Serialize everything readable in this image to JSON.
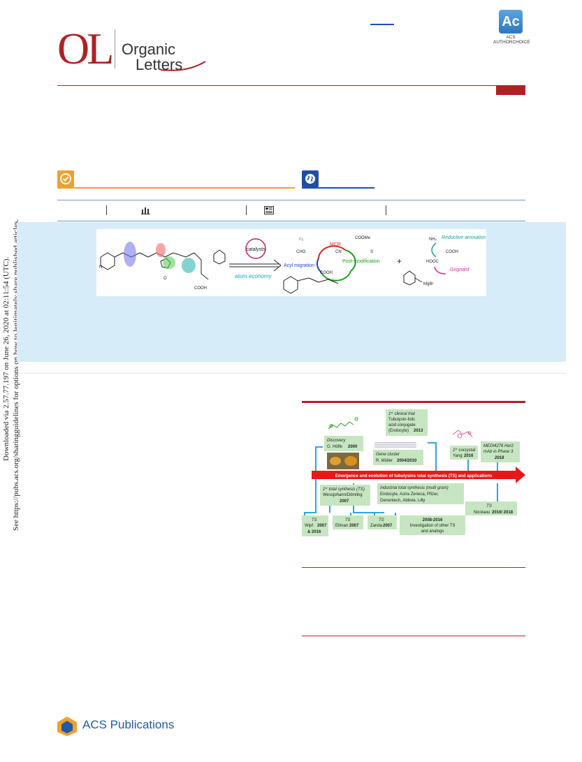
{
  "header": {
    "logo_mark": "OL",
    "journal_line1": "Organic",
    "journal_line2": "Letters",
    "badge_text": "Ac",
    "badge_label_line1": "ACS",
    "badge_label_line2": "AUTHORCHOICE"
  },
  "side_stamp": {
    "line1": "Downloaded via 2.57.77.197 on June 26, 2020 at 02:11:54 (UTC).",
    "line2": "See https://pubs.acs.org/sharingguidelines for options on how to legitimately share published articles."
  },
  "toc_graphic": {
    "catalysts": "catalysts",
    "atom_economy": "atom economy",
    "acyl_migration": "Acyl migration",
    "mcr": "MCR",
    "post_modification": "Post-modification",
    "cho": "CHO",
    "cn": "CN",
    "coome": "COOMe",
    "cooh": "COOH",
    "s_pg": "S",
    "pg": "Pg",
    "plus": "+",
    "nh3": "NH₃",
    "reductive_amination": "Reductive amination",
    "hooc": "HOOC",
    "grignard": "Grignard",
    "mgbr": "MgBr",
    "cooh_small": "COOH",
    "n": "N",
    "h": "H",
    "o": "O"
  },
  "figure": {
    "discovery_title": "Discovery",
    "discovery_name": "G. Höfle",
    "discovery_year": "2000",
    "clinical_sup": "st",
    "clinical_title": "clinical trial",
    "clinical_line2": "Tubulysin-folic",
    "clinical_line3": "acid conjugate",
    "clinical_line4": "(Endocyte)",
    "clinical_year": "2013",
    "gene_title": "Gene cluster",
    "gene_name": "R. Müller",
    "gene_year": "2004/2010",
    "cocrystal_title": "cocrystal",
    "cocrystal_name": "Yang",
    "cocrystal_year": "2016",
    "medi_line1": "MEDI4276 Her2",
    "medi_line2": "mAb in Phase 3",
    "medi_year": "2018",
    "arrow_label": "Emergence and evolution of tubulysins total synthesis (TS) and applications",
    "first_ts_title": "total synthesis (TS)",
    "first_ts_name": "Wessjohann/Dömling",
    "first_ts_year": "2007",
    "industrial_title": "Industrial total synthesis (multi gram)",
    "industrial_line2": "Endocyte, Astra Zeneca, Pfizer,",
    "industrial_line3": "Genentech, Abbvie, Lilly",
    "ts": "TS",
    "wipf_name": "Wipf",
    "wipf_year": "2007",
    "wipf_year2": "& 2016",
    "ellman_name": "Ellman",
    "ellman_year": "2007",
    "zanda_name": "Zanda",
    "zanda_year": "2007",
    "range_year": "2008-2016",
    "range_line2": "Investigation of other TS",
    "range_line3": "and analogs",
    "nicolaou_name": "Nicolaou",
    "nicolaou_year": "2016/ 2018",
    "first": "1"
  },
  "footer": {
    "publisher": "ACS Publications"
  },
  "colors": {
    "brand_red": "#b22024",
    "open_access_orange": "#f0a030",
    "globe_blue": "#1f4fa5",
    "abstract_bg": "#d6ecf8",
    "box_green": "#c5e6c0",
    "line_blue": "#2aa6e0"
  },
  "icons": [
    "check-icon",
    "globe-icon",
    "bar-chart-icon",
    "article-icon"
  ]
}
